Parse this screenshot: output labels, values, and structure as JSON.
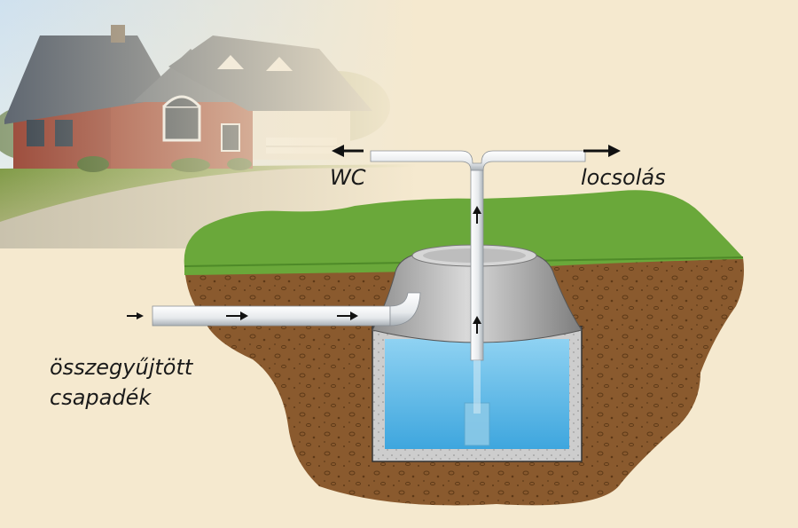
{
  "labels": {
    "wc": "WC",
    "irrigation": "locsolás",
    "inflow_line1": "összegyűjtött",
    "inflow_line2": "csapadék"
  },
  "colors": {
    "background": "#f5e9cf",
    "grass": "#6aa83a",
    "soil": "#8a5a2e",
    "water": "#5fb7e3",
    "concrete": "#c9c9c9",
    "pipe": "#eef0f2"
  }
}
